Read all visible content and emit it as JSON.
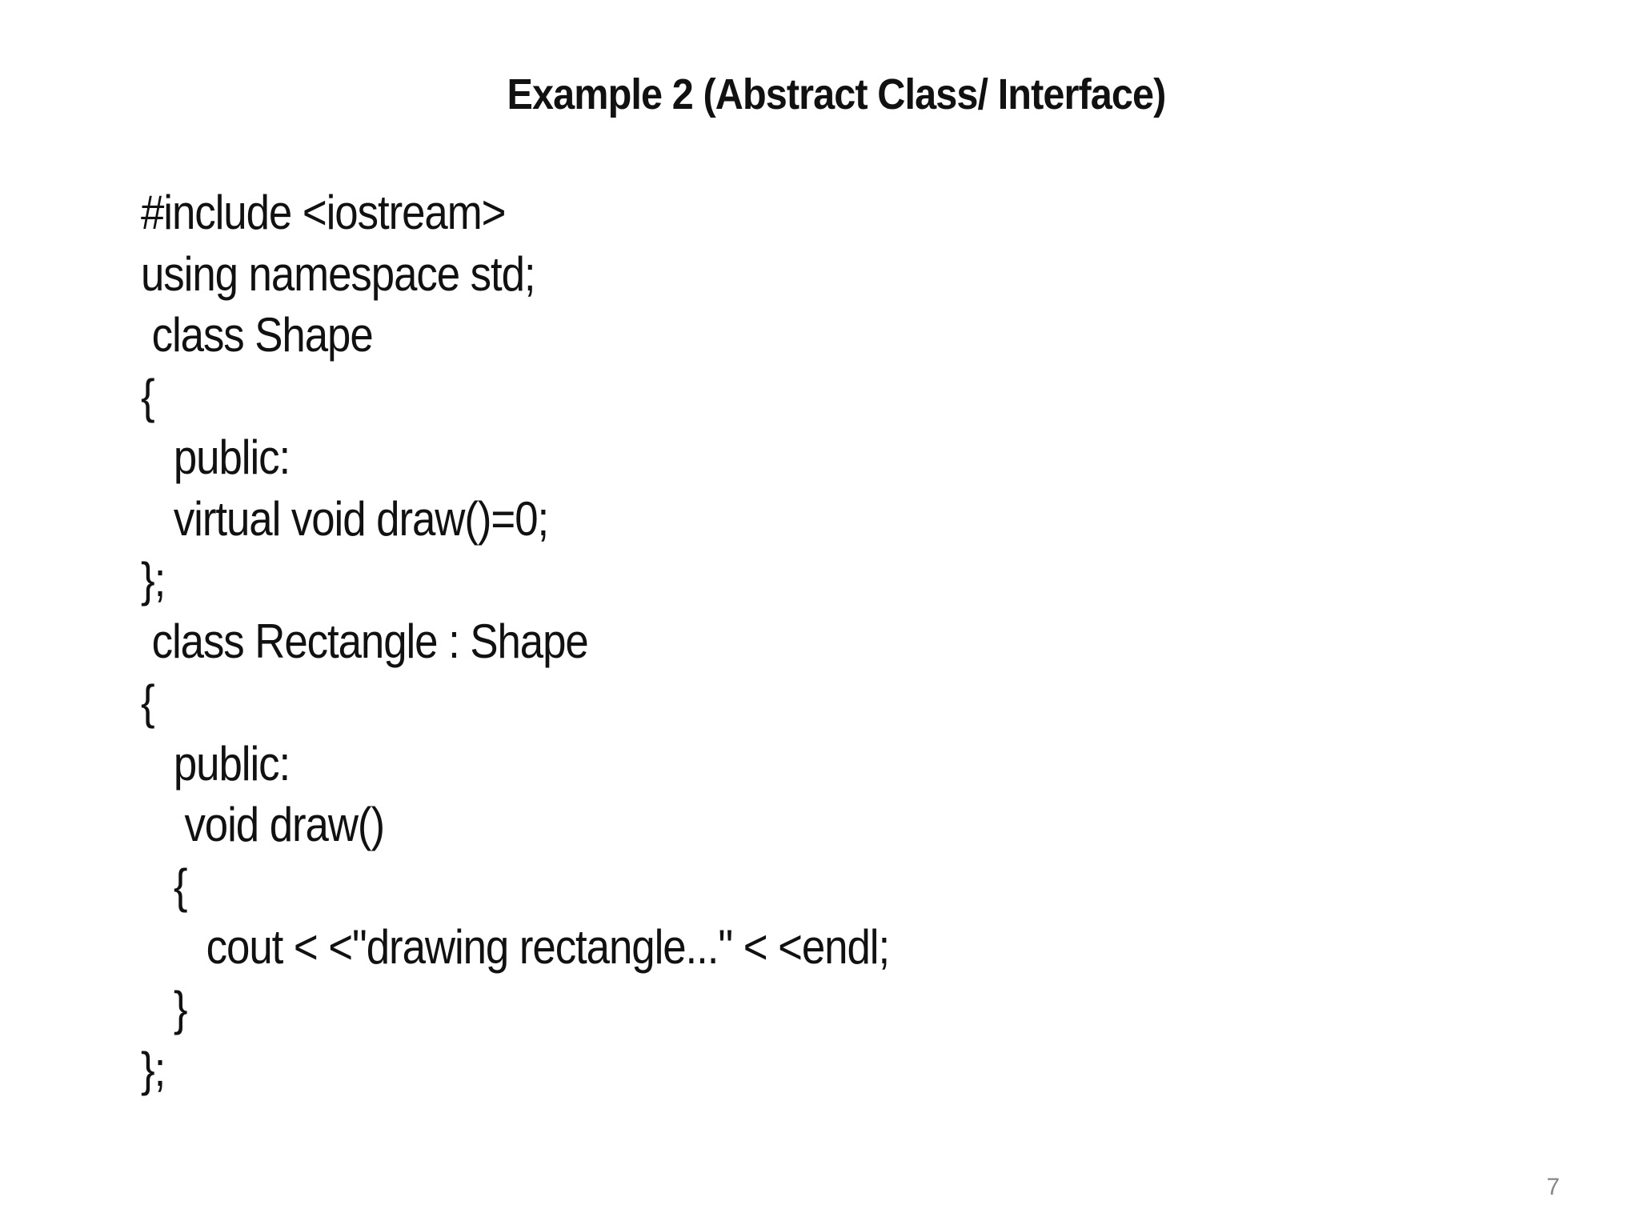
{
  "slide": {
    "title": "Example 2 (Abstract Class/ Interface)",
    "code_lines": [
      "#include <iostream>",
      "using namespace std;",
      " class Shape",
      "{",
      "   public:",
      "   virtual void draw()=0;",
      "};",
      " class Rectangle : Shape",
      "{",
      "   public:",
      "    void draw()",
      "   {",
      "      cout < <\"drawing rectangle...\" < <endl;",
      "   }",
      "};"
    ],
    "page_number": "7"
  }
}
